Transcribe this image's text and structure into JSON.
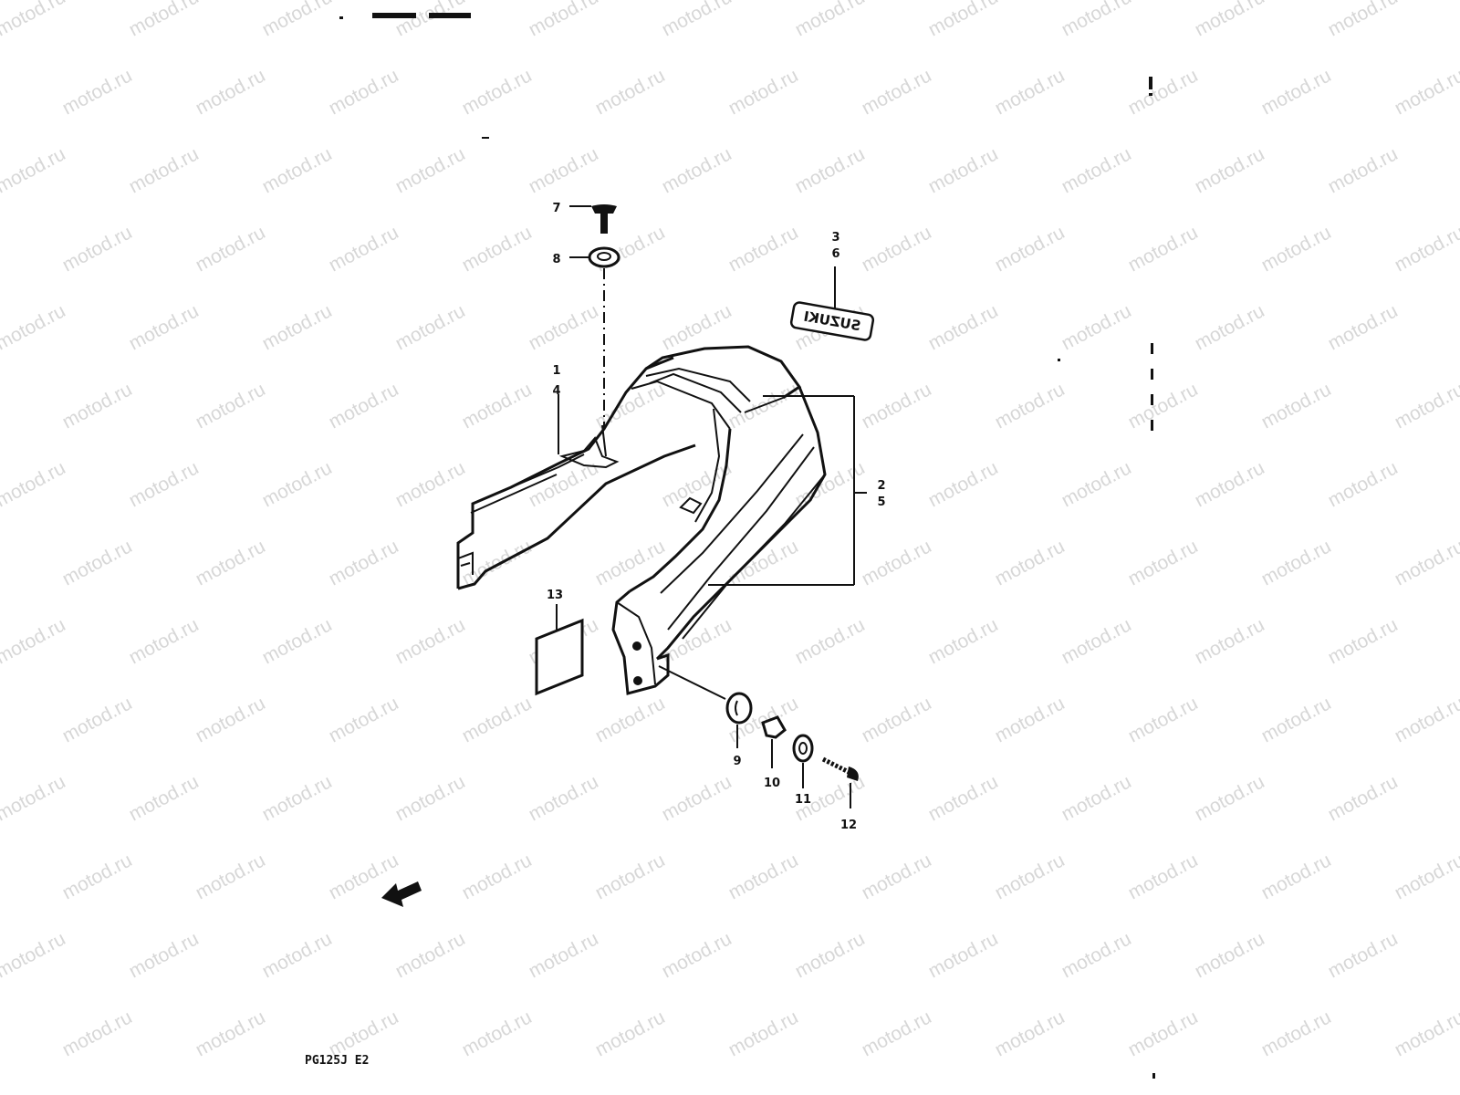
{
  "watermark": {
    "text": "motod.ru",
    "color": "#d7d7d7"
  },
  "diagram": {
    "model_code": "PG125J E2",
    "line_color": "#111111",
    "emblem_text": "SUZUKI",
    "callouts": {
      "c1": "1",
      "c4": "4",
      "c2": "2",
      "c5": "5",
      "c3": "3",
      "c6": "6",
      "c7": "7",
      "c8": "8",
      "c9": "9",
      "c10": "10",
      "c11": "11",
      "c12": "12",
      "c13": "13"
    }
  }
}
